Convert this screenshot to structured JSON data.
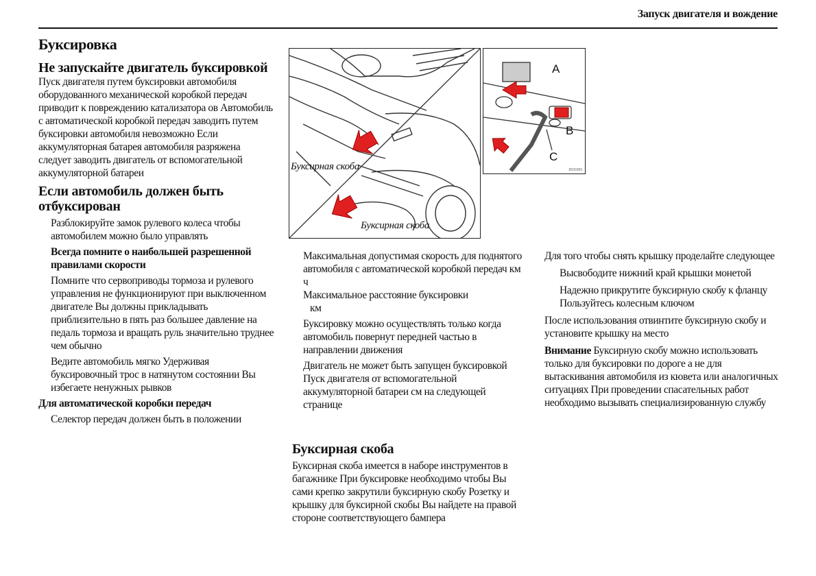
{
  "header": {
    "section_title": "Запуск двигателя и вождение"
  },
  "col1": {
    "title": "Буксировка",
    "h_no_start": "Не запускайте двигатель буксировкой",
    "p_no_start": "Пуск двигателя путем буксировки автомобиля оборудованного механической коробкой передач приводит к повреждению катализатора ов Автомобиль с автоматической коробкой передач заводить путем буксировки автомобиля невозможно Если аккумуляторная батарея автомобиля разряжена следует заводить двигатель от вспомогательной аккумуляторной батареи",
    "h_towed": "Если автомобиль должен быть отбуксирован",
    "p_unlock": "Разблокируйте замок рулевого колеса чтобы автомобилем можно было управлять",
    "h_speed": "Всегда помните о наибольшей разрешенной правилами скорости",
    "p_servo": "Помните что сервоприводы тормоза и рулевого управления не функционируют при выключенном двигателе Вы должны прикладывать приблизительно в пять раз большее давление на педаль тормоза и вращать руль значительно труднее чем обычно",
    "p_drive": "Ведите автомобиль мягко Удерживая буксировочный трос в натянутом состоянии Вы избегаете ненужных рывков",
    "h_auto": "Для автоматической коробки передач",
    "p_selector": "Селектор передач должен быть в положении"
  },
  "figure": {
    "label_left": "Буксирная скоба",
    "label_bottom": "Буксирная скоба",
    "letter_a": "A",
    "letter_b": "B",
    "letter_c": "C",
    "arrow_color": "#e02020",
    "code": "8500389"
  },
  "col2": {
    "p_maxspeed": "Максимальная допустимая скорость для поднятого автомобиля с автоматической коробкой передач км ч",
    "p_maxdist_a": "Максимальное расстояние буксировки",
    "p_maxdist_b": "км",
    "p_front": "Буксировку можно осуществлять только когда автомобиль повернут передней частью в направлении движения",
    "p_cannot": "Двигатель не может быть запущен буксировкой Пуск двигателя от вспомогательной аккумуляторной батареи см на следующей странице",
    "h_hook": "Буксирная скоба",
    "p_hook": "Буксирная скоба имеется в наборе инструментов в багажнике При буксировке необходимо чтобы Вы сами крепко закрутили буксирную скобу Розетку и крышку для буксирной скобы Вы найдете на правой стороне соответствующего бампера"
  },
  "col3": {
    "p_remove": "Для того чтобы снять крышку проделайте следующее",
    "p_release": "Высвободите нижний край крышки монетой",
    "p_screw": "Надежно прикрутите буксирную скобу к фланцу Пользуйтесь колесным ключом",
    "p_after": "После использования отвинтите буксирную скобу и установите крышку на место",
    "warn_label": "Внимание",
    "p_warn": "Буксирную скобу можно использовать только для буксировки по дороге а не для вытаскивания автомобиля из кювета или аналогичных ситуациях При проведении спасательных работ необходимо вызывать специализированную службу"
  }
}
